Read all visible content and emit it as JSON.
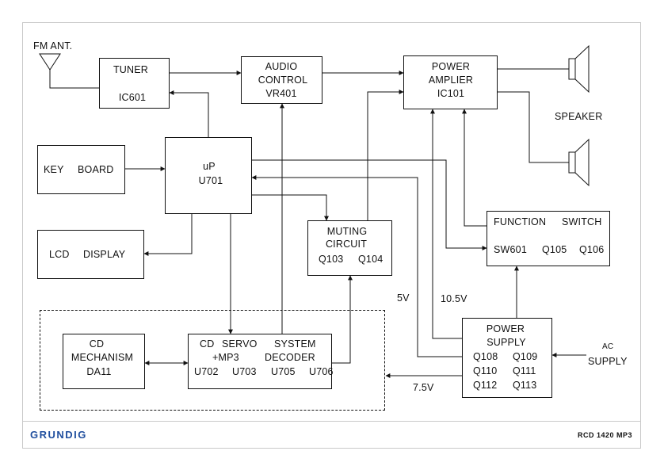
{
  "antenna": {
    "label": "FM ANT."
  },
  "tuner": {
    "title": "TUNER",
    "ic": "IC601"
  },
  "audio_control": {
    "line1": "AUDIO",
    "line2": "CONTROL",
    "ic": "VR401"
  },
  "power_amp": {
    "line1": "POWER",
    "line2": "AMPLIER",
    "ic": "IC101"
  },
  "speaker": {
    "label": "SPEAKER"
  },
  "keyboard": {
    "w1": "KEY",
    "w2": "BOARD"
  },
  "up": {
    "line1": "uP",
    "ic": "U701"
  },
  "lcd": {
    "w1": "LCD",
    "w2": "DISPLAY"
  },
  "muting": {
    "line1": "MUTING",
    "line2": "CIRCUIT",
    "q1": "Q103",
    "q2": "Q104"
  },
  "function_switch": {
    "w1": "FUNCTION",
    "w2": "SWITCH",
    "sw": "SW601",
    "q1": "Q105",
    "q2": "Q106"
  },
  "power_supply": {
    "line1": "POWER",
    "line2": "SUPPLY",
    "transistors": [
      "Q108",
      "Q109",
      "Q110",
      "Q111",
      "Q112",
      "Q113"
    ]
  },
  "ac_supply": {
    "line1": "AC",
    "line2": "SUPPLY"
  },
  "cd_mech": {
    "line1": "CD",
    "line2": "MECHANISM",
    "ic": "DA11"
  },
  "cd_servo": {
    "a": "CD",
    "b": "SERVO",
    "c": "SYSTEM",
    "d": "+MP3",
    "e": "DECODER",
    "ics": [
      "U702",
      "U703",
      "U705",
      "U706"
    ]
  },
  "voltages": {
    "v5": "5V",
    "v105": "10.5V",
    "v75": "7.5V"
  },
  "footer": {
    "brand": "GRUNDIG",
    "model": "RCD 1420 MP3"
  }
}
